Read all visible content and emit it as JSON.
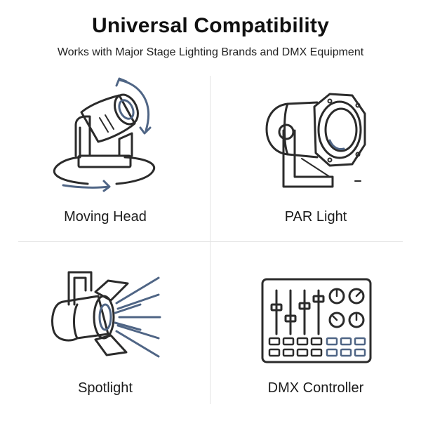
{
  "header": {
    "title": "Universal Compatibility",
    "subtitle": "Works with Major Stage Lighting Brands and DMX Equipment"
  },
  "fixtures": [
    {
      "label": "Moving Head",
      "icon": "moving-head-icon"
    },
    {
      "label": "PAR Light",
      "icon": "par-light-icon"
    },
    {
      "label": "Spotlight",
      "icon": "spotlight-icon"
    },
    {
      "label": "DMX Controller",
      "icon": "dmx-controller-icon"
    }
  ],
  "colors": {
    "outline": "#2b2b2b",
    "accent": "#4f6585",
    "divider": "#e2e2e2"
  }
}
